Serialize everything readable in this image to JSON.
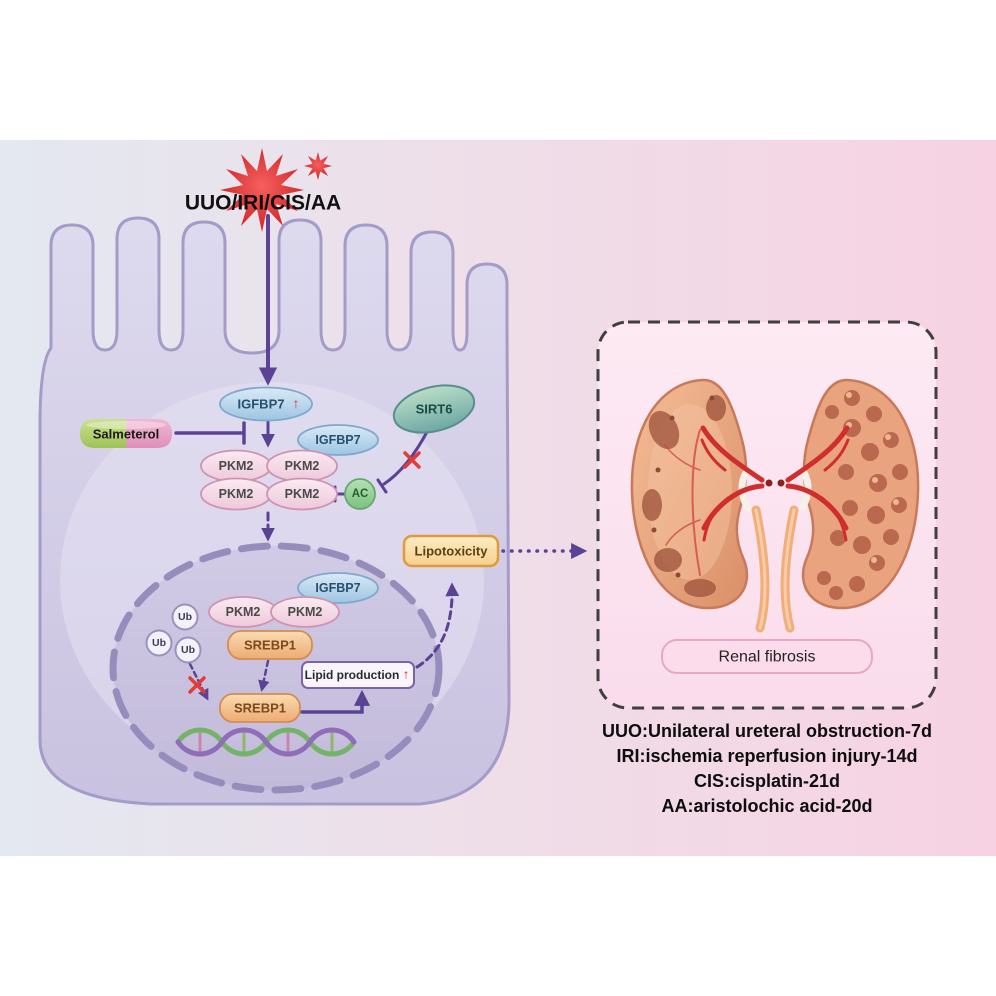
{
  "stimulus": {
    "label": "UUO/IRI/CIS/AA"
  },
  "cell": {
    "igfbp7": "IGFBP7",
    "up_arrow": "↑",
    "salmeterol": "Salmeterol",
    "pkm2": "PKM2",
    "sirt6": "SIRT6",
    "ac": "AC",
    "lipotoxicity": "Lipotoxicity"
  },
  "nucleus": {
    "ub": "Ub",
    "pkm2": "PKM2",
    "igfbp7": "IGFBP7",
    "srebp1": "SREBP1",
    "lipid_production": "Lipid production",
    "up_arrow": "↑"
  },
  "panel": {
    "label": "Renal fibrosis"
  },
  "legend": {
    "lines": [
      "UUO:Unilateral ureteral obstruction-7d",
      "IRI:ischemia reperfusion injury-14d",
      "CIS:cisplatin-21d",
      "AA:aristolochic acid-20d"
    ]
  },
  "colors": {
    "arrow_purple": "#5b4394",
    "inhibit_red": "#e23b3b",
    "up_arrow_red": "#e03030",
    "stimulus_red": "#d42525",
    "lipotoxicity_orange": "#e09a3e",
    "panel_pink": "#fbe4ee",
    "cell_purple": "#d5d1e8"
  }
}
